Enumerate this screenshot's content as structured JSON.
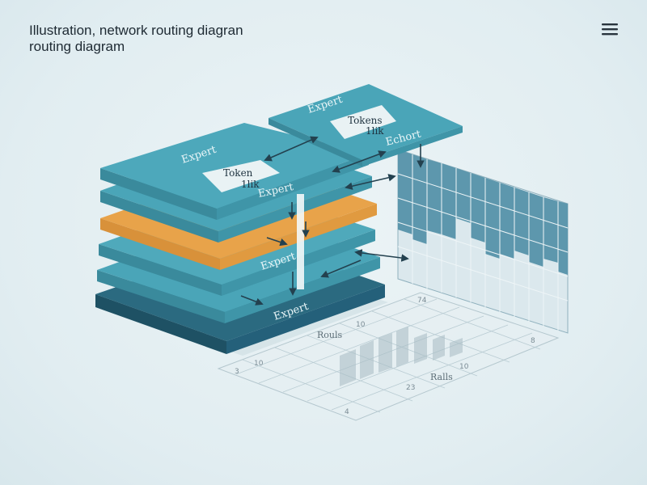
{
  "header": {
    "title_line1": "Illustration, network routing diagran",
    "title_line2": "routing diagram"
  },
  "icons": {
    "menu": "hamburger-menu-icon"
  },
  "colors": {
    "teal": "#4aa5b8",
    "teal_dark": "#2f6e80",
    "navy": "#2a5d70",
    "orange": "#e8a34a",
    "arrow": "#23414f"
  },
  "layers": {
    "top_label": "Expert",
    "top_token": [
      "Token",
      "1lik"
    ],
    "top_lower_label": "Expert",
    "middle_label": "Expert",
    "bottom_label": "Expert"
  },
  "upper_card": {
    "label": "Expert",
    "token": [
      "Tokens",
      "1lik"
    ],
    "lower_label": "Echort"
  },
  "ground": {
    "label_a": "Rouls",
    "label_b": "Ralls",
    "ticks": [
      "3",
      "10",
      "74",
      "8",
      "10",
      "23",
      "10",
      "4"
    ]
  }
}
